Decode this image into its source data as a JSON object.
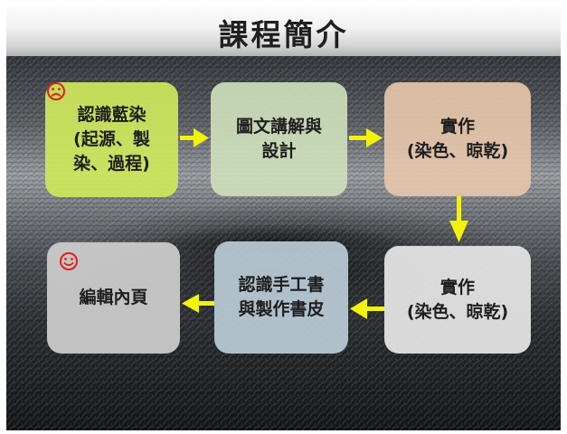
{
  "title": "課程簡介",
  "steps": [
    {
      "lines": [
        "認識藍染",
        "(起源、製",
        "染、過程)"
      ]
    },
    {
      "lines": [
        "圖文講解與",
        "設計"
      ]
    },
    {
      "lines": [
        "實作",
        "(染色、晾乾)"
      ]
    },
    {
      "lines": [
        "實作",
        "(染色、晾乾)"
      ]
    },
    {
      "lines": [
        "認識手工書",
        "與製作書皮"
      ]
    },
    {
      "lines": [
        "編輯內頁"
      ]
    }
  ],
  "icons": {
    "sad": "sad-face-icon",
    "happy": "smiley-face-icon",
    "arrow": "arrow-icon"
  },
  "colors": {
    "arrow": "#f3f20a",
    "face": "#e0201c",
    "step1": "#cee65c",
    "step2": "#cddebb",
    "step3": "#e5c6aa",
    "step4": "#e6e6e6",
    "step5": "#bed0dc",
    "step6": "#cdcdcd"
  }
}
